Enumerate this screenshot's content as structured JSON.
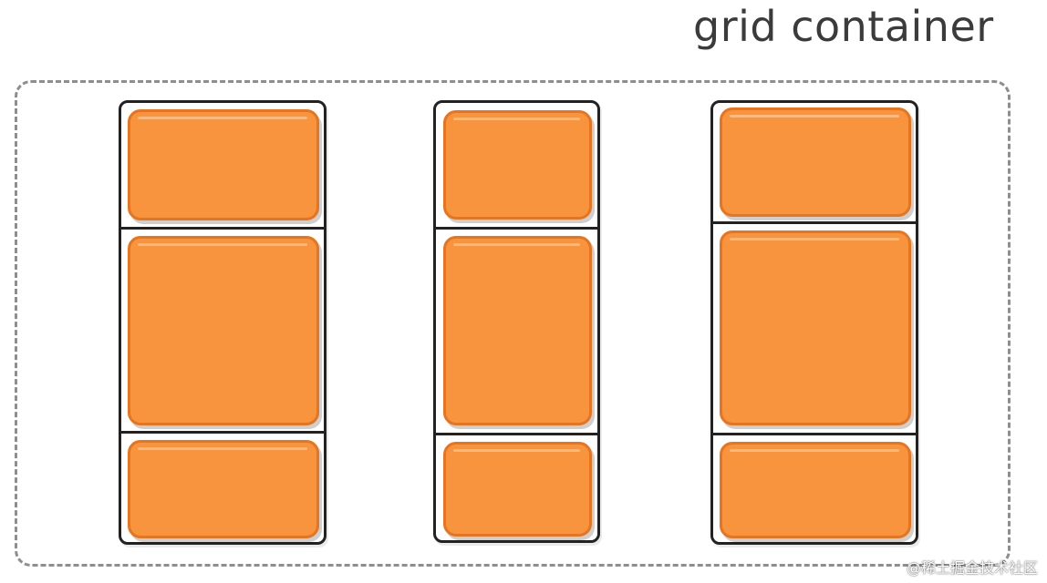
{
  "title": "grid container",
  "watermark": "@稀土掘金技术社区",
  "colors": {
    "cell_fill": "#f7943d",
    "cell_border": "#e7741f",
    "track_border": "#222222",
    "container_border": "#8e8e8e",
    "title_text": "#3b3b3b"
  },
  "columns": [
    {
      "id": "column-1",
      "rows": 3
    },
    {
      "id": "column-2",
      "rows": 3
    },
    {
      "id": "column-3",
      "rows": 3
    }
  ]
}
